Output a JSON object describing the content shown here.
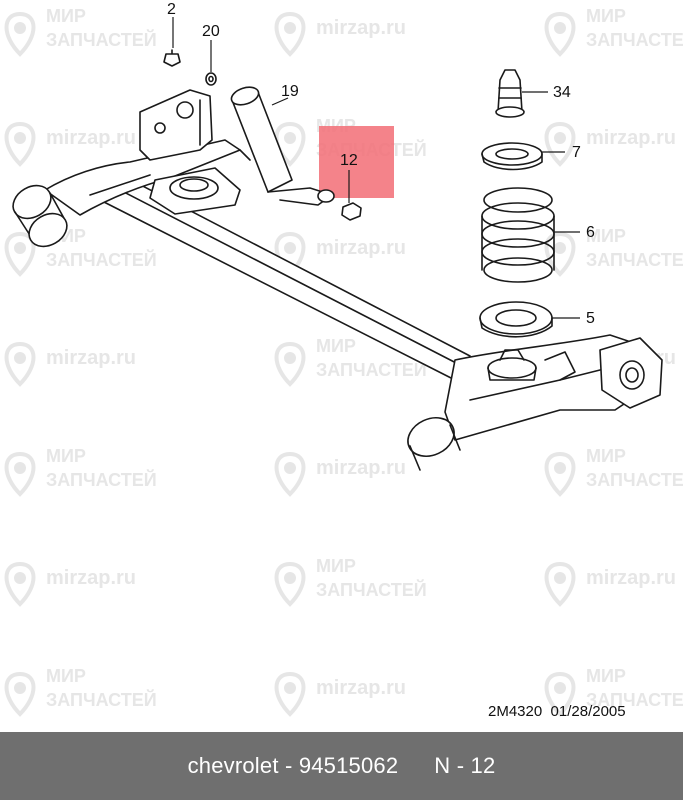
{
  "watermark": {
    "brand_ru_line1": "МИР",
    "brand_ru_line2": "ЗАПЧАСТЕЙ",
    "domain": "mirzap.ru",
    "color": "#e6e6e6",
    "icon": "map-pin-icon"
  },
  "callouts": [
    {
      "id": "2",
      "label": "2"
    },
    {
      "id": "20",
      "label": "20"
    },
    {
      "id": "19",
      "label": "19"
    },
    {
      "id": "12",
      "label": "12"
    },
    {
      "id": "34",
      "label": "34"
    },
    {
      "id": "7",
      "label": "7"
    },
    {
      "id": "6",
      "label": "6"
    },
    {
      "id": "5",
      "label": "5"
    }
  ],
  "highlight": {
    "callout": "12",
    "color": "#f26d75"
  },
  "diagram_stamp": "2M4320  01/28/2005",
  "footer": {
    "brand": "chevrolet",
    "separator": " - ",
    "part_number": "94515062",
    "ref": "N - 12",
    "background": "#6f6f6f"
  }
}
